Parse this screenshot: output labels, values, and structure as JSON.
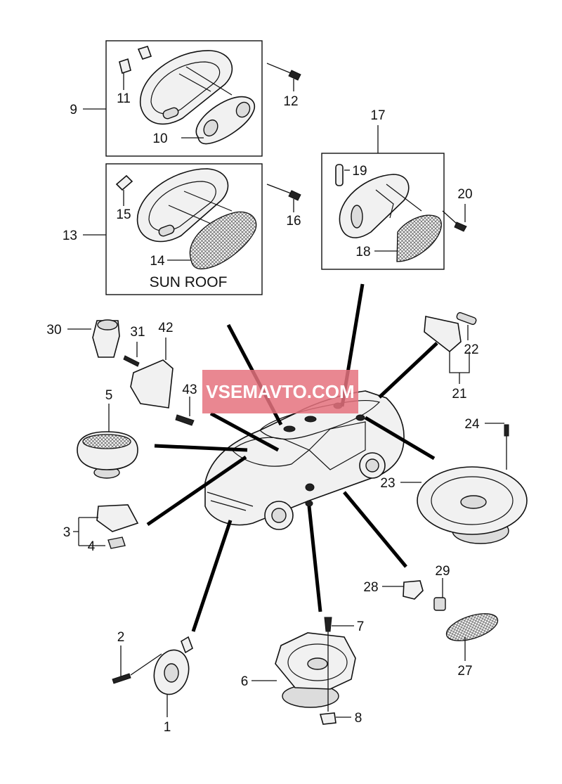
{
  "watermark": "VSEMAVTO.COM",
  "box_caption": "SUN ROOF",
  "callouts": {
    "c1": "1",
    "c2": "2",
    "c3": "3",
    "c4": "4",
    "c5": "5",
    "c6": "6",
    "c7": "7",
    "c8": "8",
    "c9": "9",
    "c10": "10",
    "c11": "11",
    "c12": "12",
    "c13": "13",
    "c14": "14",
    "c15": "15",
    "c16": "16",
    "c17": "17",
    "c18": "18",
    "c19": "19",
    "c20": "20",
    "c21": "21",
    "c22": "22",
    "c23": "23",
    "c24": "24",
    "c27": "27",
    "c28": "28",
    "c29": "29",
    "c30": "30",
    "c31": "31",
    "c42": "42",
    "c43": "43"
  },
  "colors": {
    "watermark_bg": "#e5727e",
    "ink": "#111111"
  }
}
